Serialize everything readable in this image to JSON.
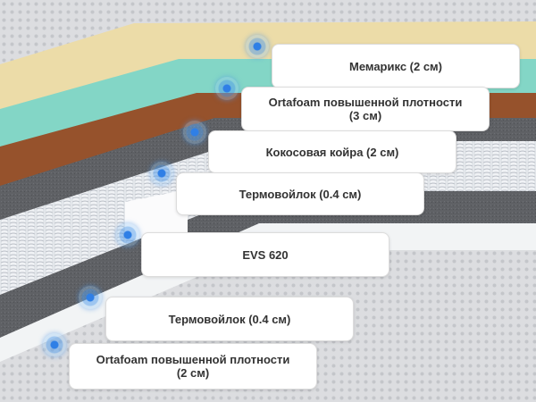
{
  "layers": [
    {
      "id": "memorix",
      "label": "Мемарикс (2 см)"
    },
    {
      "id": "ortafoam-top",
      "label": "Ortafoam повышенной плотности\n(3 см)"
    },
    {
      "id": "coir",
      "label": "Кокосовая койра (2 см)"
    },
    {
      "id": "felt-top",
      "label": "Термовойлок (0.4 см)"
    },
    {
      "id": "evs",
      "label": "EVS 620"
    },
    {
      "id": "felt-bottom",
      "label": "Термовойлок (0.4 см)"
    },
    {
      "id": "ortafoam-bottom",
      "label": "Ortafoam повышенной плотности\n(2 см)"
    }
  ],
  "colors": {
    "background": "#e6f1f6",
    "quilted_cover": "#d9dadc",
    "memory_foam": "#ecdca8",
    "ortafoam": "#83d6c6",
    "coconut_coir": "#96522c",
    "felt": "#5e6064",
    "springs": "#eef1f4",
    "marker": "#2f7fe6"
  }
}
